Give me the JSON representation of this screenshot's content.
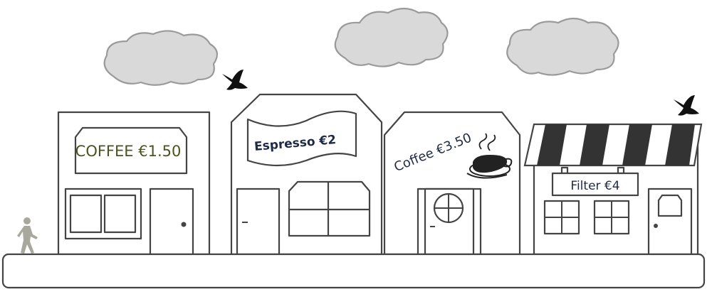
{
  "shops": [
    {
      "sign": "COFFEE €1.50",
      "color": "#4b5320"
    },
    {
      "sign": "Espresso  €2",
      "color": "#1f2a44"
    },
    {
      "sign": "Coffee €3.50",
      "color": "#1f2a44"
    },
    {
      "sign": "Filter €4",
      "color": "#1f2a44"
    }
  ],
  "colors": {
    "outline": "#444444",
    "cloud": "#d9d9d9",
    "awning": "#333333"
  }
}
